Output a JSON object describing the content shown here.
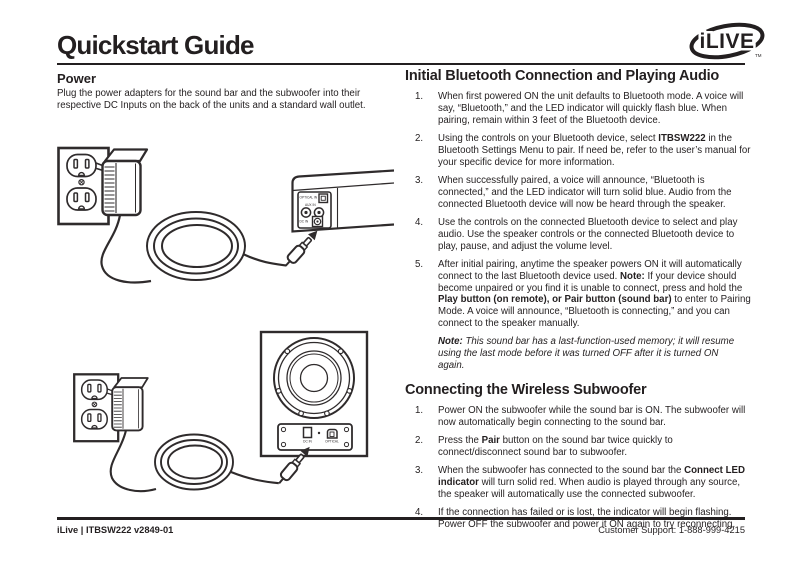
{
  "header": {
    "title": "Quickstart Guide",
    "brand": "iLIVE",
    "trademark": "TM"
  },
  "power": {
    "heading": "Power",
    "body": "Plug the power adapters for the sound bar and the subwoofer into their respective DC Inputs on the back of the units and a standard wall outlet."
  },
  "illustrations": {
    "soundbar_ports": {
      "optical": "OPTICAL IN",
      "aux": "AUX IN",
      "dc": "DC IN"
    },
    "subwoofer_ports": {
      "dc": "DC IN",
      "optical": "OPTICAL"
    }
  },
  "bluetooth": {
    "heading": "Initial Bluetooth Connection and Playing Audio",
    "items": [
      {
        "number": "1.",
        "segments": [
          {
            "t": "When first powered ON the unit defaults to Bluetooth mode. A voice will say, “Bluetooth,” and the LED indicator will quickly flash blue. When pairing, remain within 3 feet of the Bluetooth device."
          }
        ]
      },
      {
        "number": "2.",
        "segments": [
          {
            "t": "Using the controls on your Bluetooth device, select "
          },
          {
            "t": "ITBSW222",
            "b": true
          },
          {
            "t": " in the Bluetooth Settings Menu to pair. If need be, refer to the user’s manual for your specific device for more information."
          }
        ]
      },
      {
        "number": "3.",
        "segments": [
          {
            "t": "When successfully paired, a voice will announce, “Bluetooth is connected,” and the LED indicator will turn solid blue. Audio from the connected Bluetooth device will now be heard through the speaker."
          }
        ]
      },
      {
        "number": "4.",
        "segments": [
          {
            "t": "Use the controls on the connected Bluetooth device to select and play audio. Use the speaker controls or the connected Bluetooth device to play, pause, and adjust the volume level."
          }
        ]
      },
      {
        "number": "5.",
        "segments": [
          {
            "t": "After initial pairing, anytime the speaker powers ON it will automatically connect to the last Bluetooth device used. "
          },
          {
            "t": "Note:",
            "b": true
          },
          {
            "t": " If your device should become unpaired or you find it is unable to connect, press and hold the "
          },
          {
            "t": "Play button (on remote), or Pair button (sound bar)",
            "b": true
          },
          {
            "t": " to enter to Pairing Mode. A voice will announce, “Bluetooth is connecting,” and you can connect to the speaker manually."
          }
        ]
      }
    ],
    "note": [
      {
        "t": "Note:",
        "b": true,
        "i": true
      },
      {
        "t": " This sound bar has a last-function-used memory; it will resume using the last mode before it was turned OFF after it is turned ON again.",
        "i": true
      }
    ]
  },
  "subwoofer": {
    "heading": "Connecting the Wireless Subwoofer",
    "items": [
      {
        "number": "1.",
        "segments": [
          {
            "t": "Power ON the subwoofer while the sound bar is ON. The subwoofer will now automatically begin connecting to the sound bar."
          }
        ]
      },
      {
        "number": "2.",
        "segments": [
          {
            "t": "Press the "
          },
          {
            "t": "Pair",
            "b": true
          },
          {
            "t": " button on the sound bar twice quickly to connect/disconnect sound bar to subwoofer."
          }
        ]
      },
      {
        "number": "3.",
        "segments": [
          {
            "t": "When the subwoofer has connected to the sound bar the "
          },
          {
            "t": "Connect LED indicator",
            "b": true
          },
          {
            "t": " will turn solid red. When audio is played through any source, the speaker will automatically use the connected subwoofer."
          }
        ]
      },
      {
        "number": "4.",
        "segments": [
          {
            "t": "If the connection has failed or is lost, the indicator will begin flashing. Power OFF the subwoofer and power it ON again to try reconnecting."
          }
        ]
      }
    ]
  },
  "footer": {
    "left": "iLive | ITBSW222 v2849-01",
    "right": "Customer Support: 1-888-999-4215"
  }
}
